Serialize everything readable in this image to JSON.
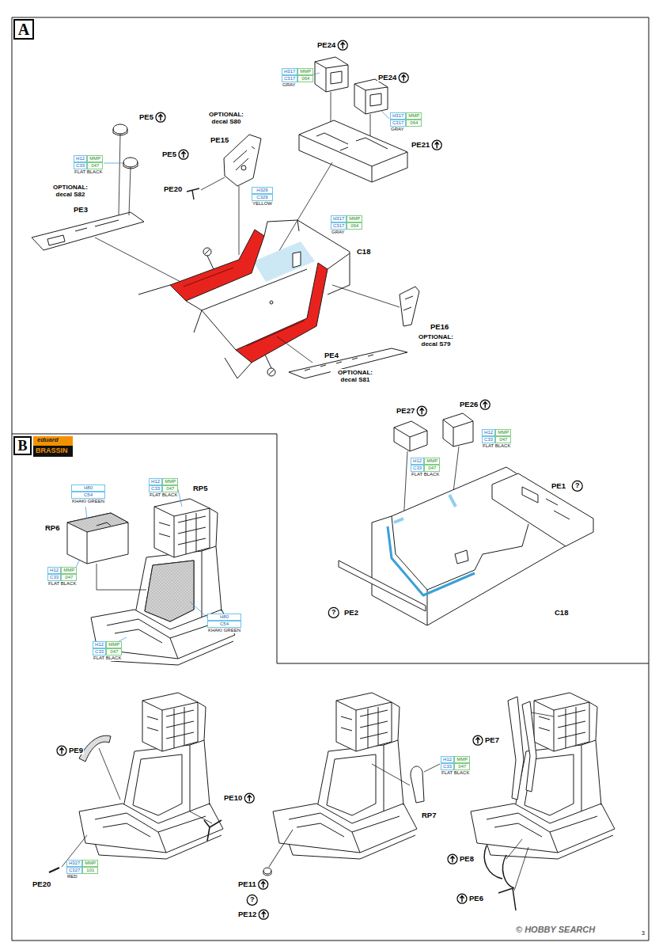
{
  "diagram": {
    "nodes": [
      {
        "text": [
          "A"
        ]
      },
      {
        "text": [
          "B"
        ]
      },
      {
        "text": [
          "H317",
          "MMP",
          "C317",
          "064",
          "GRAY"
        ]
      },
      {
        "text": [
          "H317",
          "MMP",
          "C317",
          "064",
          "GRAY"
        ]
      },
      {
        "text": [
          "H12",
          "MMP",
          "C33",
          "047",
          "FLAT BLACK"
        ]
      },
      {
        "text": [
          "H329",
          "C329",
          "YELLOW"
        ]
      },
      {
        "text": [
          "H317",
          "MMP",
          "C317",
          "064",
          "GRAY"
        ]
      },
      {
        "text": [
          "H12",
          "MMP",
          "C33",
          "047",
          "FLAT BLACK"
        ]
      },
      {
        "text": [
          "H12",
          "MMP",
          "C33",
          "047",
          "FLAT BLACK"
        ]
      },
      {
        "text": [
          "H12",
          "MMP",
          "C33",
          "047",
          "FLAT BLACK"
        ]
      },
      {
        "text": [
          "H80",
          "C54",
          "KHAKI GREEN"
        ]
      },
      {
        "text": [
          "H12",
          "MMP",
          "C33",
          "047",
          "FLAT BLACK"
        ]
      },
      {
        "text": [
          "H80",
          "C54",
          "KHAKI GREEN"
        ]
      },
      {
        "text": [
          "H12",
          "MMP",
          "C33",
          "047",
          "FLAT BLACK"
        ]
      },
      {
        "text": [
          "H327",
          "MMP",
          "C327",
          "101",
          "RED"
        ]
      },
      {
        "text": [
          "H12",
          "MMP",
          "C33",
          "047",
          "FLAT BLACK"
        ]
      }
    ],
    "labels": [
      "PE24",
      "PE24",
      "PE21",
      "PE5",
      "PE5",
      "OPTIONAL: decal S80",
      "PE15",
      "PE20",
      "OPTIONAL: decal S82",
      "PE3",
      "C18",
      "PE16",
      "OPTIONAL: decal S79",
      "PE4",
      "OPTIONAL: decal S81",
      "PE27",
      "PE26",
      "PE1",
      "?",
      "?",
      "PE2",
      "C18",
      "eduard",
      "BRASSIN",
      "RP5",
      "RP6",
      "PE9",
      "PE10",
      "PE20",
      "RP7",
      "PE11",
      "?",
      "PE12",
      "PE7",
      "PE8",
      "PE6",
      "© HOBBY SEARCH",
      "3"
    ]
  }
}
